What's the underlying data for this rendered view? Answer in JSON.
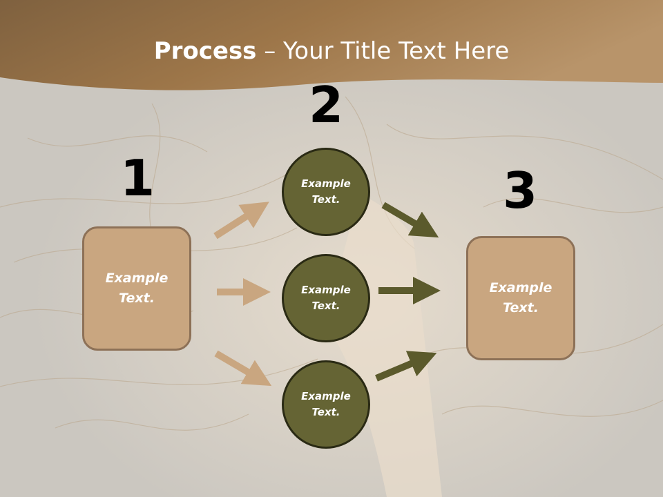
{
  "slide": {
    "title_bold": "Process",
    "title_rest": " – Your Title Text Here"
  },
  "steps": {
    "one": {
      "number": "1",
      "text": "Example Text."
    },
    "two": {
      "number": "2",
      "items": [
        "Example Text.",
        "Example Text.",
        "Example Text."
      ]
    },
    "three": {
      "number": "3",
      "text": "Example Text."
    }
  },
  "colors": {
    "header_brown": "#a27a4c",
    "box_fill": "#c9a680",
    "circle_fill": "#656434",
    "arrow_tan": "#c9a680",
    "arrow_olive": "#5b5a2c"
  }
}
